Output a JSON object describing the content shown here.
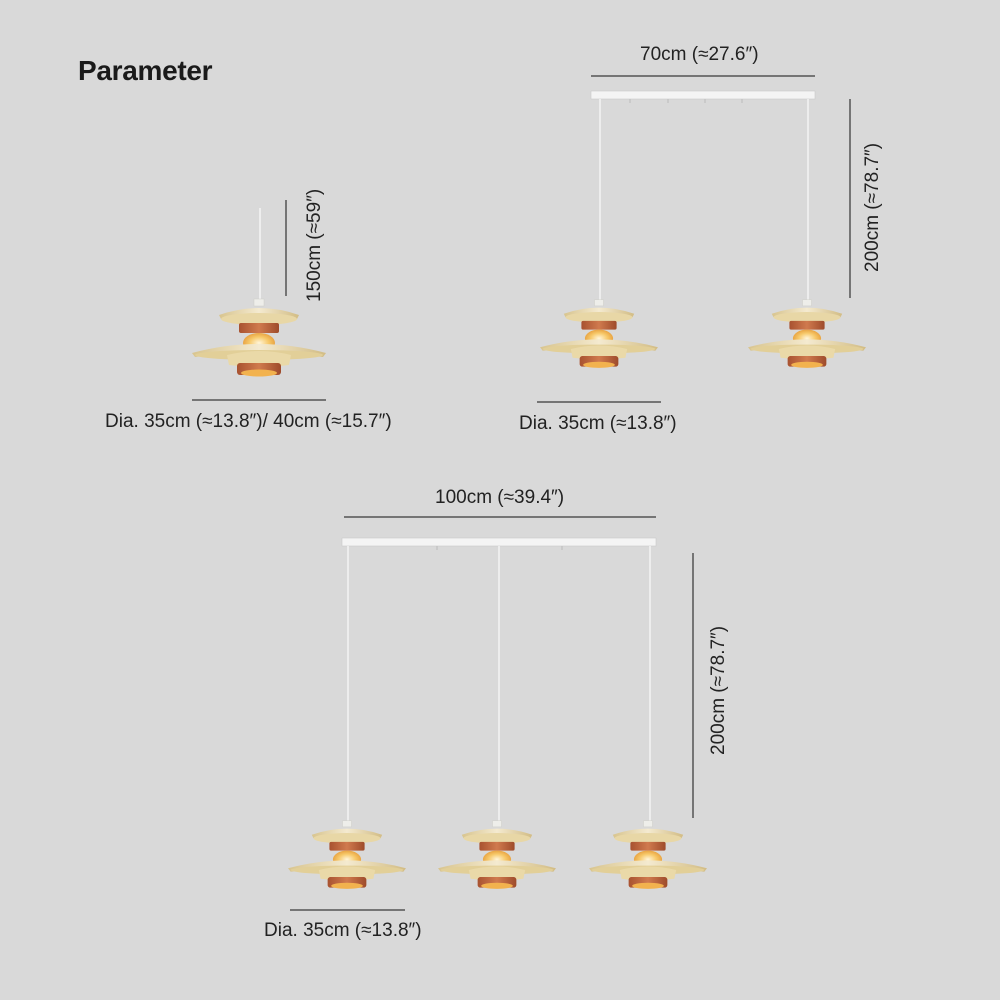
{
  "page": {
    "title": "Parameter"
  },
  "single": {
    "height_label": "150cm (≈59″)",
    "diameter_label": "Dia. 35cm (≈13.8″)/ 40cm (≈15.7″)"
  },
  "double": {
    "width_label": "70cm (≈27.6″)",
    "height_label": "200cm (≈78.7″)",
    "diameter_label": "Dia. 35cm (≈13.8″)"
  },
  "triple": {
    "width_label": "100cm (≈39.4″)",
    "height_label": "200cm (≈78.7″)",
    "diameter_label": "Dia. 35cm (≈13.8″)"
  },
  "colors": {
    "background": "#d9d9d9",
    "shade_cream": "#f1e7c8",
    "shade_inner_glow": "#f7c35c",
    "shade_terracotta": "#c2673f",
    "canopy": "#f4f4f4"
  }
}
